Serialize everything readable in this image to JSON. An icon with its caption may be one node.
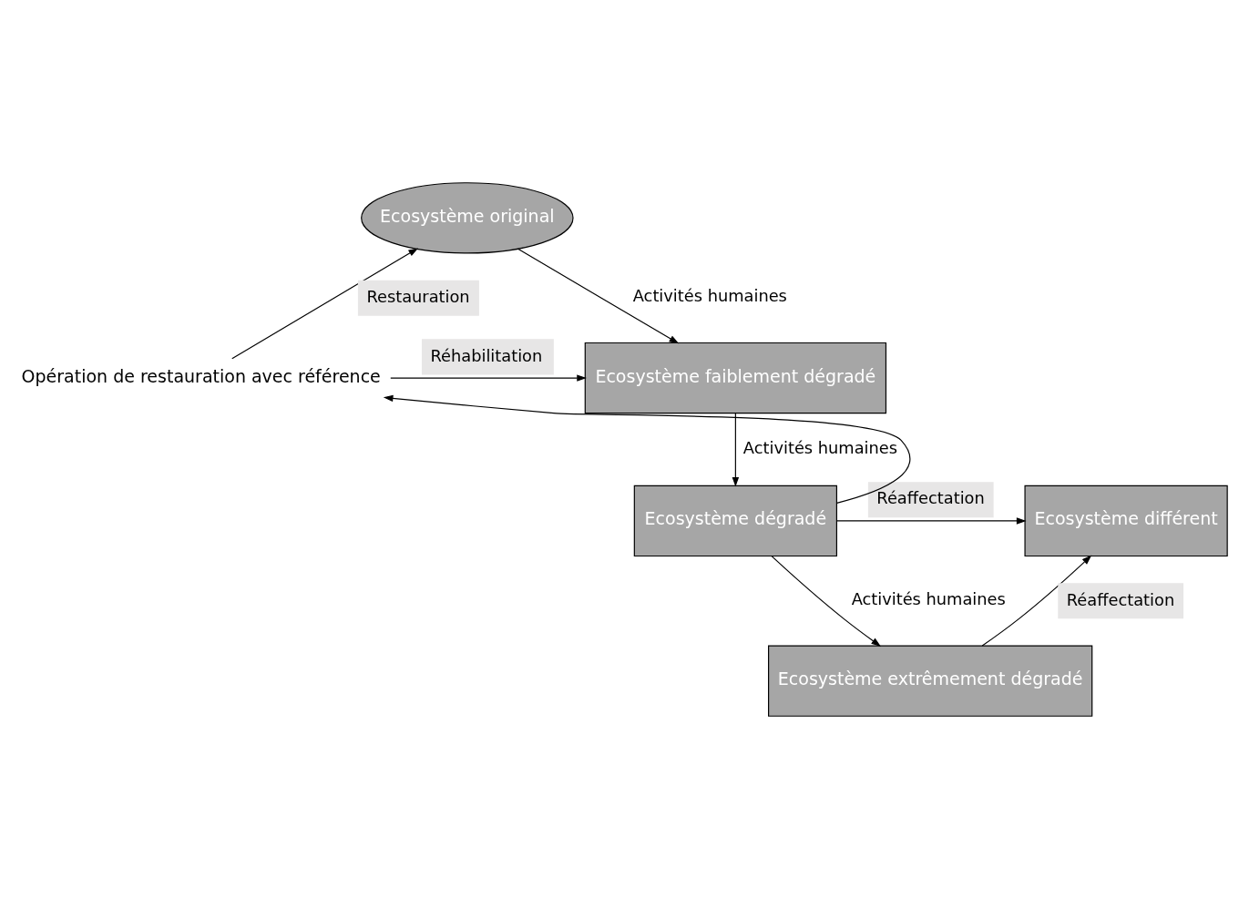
{
  "diagram": {
    "nodes": [
      {
        "text": [
          "Ecosystème original"
        ]
      },
      {
        "text": [
          "Ecosystème faiblement dégradé"
        ]
      },
      {
        "text": [
          "Ecosystème dégradé"
        ]
      },
      {
        "text": [
          "Ecosystème extrêmement dégradé"
        ]
      },
      {
        "text": [
          "Ecosystème différent"
        ]
      },
      {
        "text": [
          "Opération de restauration avec référence"
        ]
      }
    ],
    "edges": [
      {
        "from": 0,
        "to": 1,
        "arrow": "to",
        "label": "Activités humaines"
      },
      {
        "from": 1,
        "to": 2,
        "arrow": "to",
        "label": "Activités humaines"
      },
      {
        "from": 2,
        "to": 3,
        "arrow": "to",
        "label": "Activités humaines"
      },
      {
        "from": 5,
        "to": 0,
        "arrow": "to",
        "label": "Restauration"
      },
      {
        "from": 5,
        "to": 1,
        "arrow": "to",
        "label": "Réhabilitation"
      },
      {
        "from": 2,
        "to": 5,
        "arrow": "to"
      },
      {
        "from": 2,
        "to": 4,
        "arrow": "to",
        "label": "Réaffectation"
      },
      {
        "from": 3,
        "to": 4,
        "arrow": "to",
        "label": "Réaffectation"
      }
    ]
  }
}
